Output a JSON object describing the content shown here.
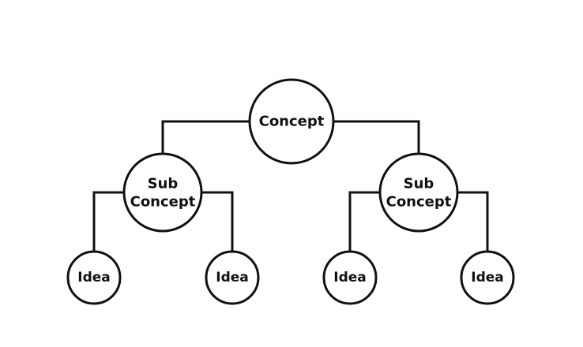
{
  "diagram": {
    "root": {
      "label": "Concept"
    },
    "sub_concepts": [
      {
        "label_line1": "Sub",
        "label_line2": "Concept"
      },
      {
        "label_line1": "Sub",
        "label_line2": "Concept"
      }
    ],
    "ideas": [
      {
        "label": "Idea"
      },
      {
        "label": "Idea"
      },
      {
        "label": "Idea"
      },
      {
        "label": "Idea"
      }
    ]
  }
}
